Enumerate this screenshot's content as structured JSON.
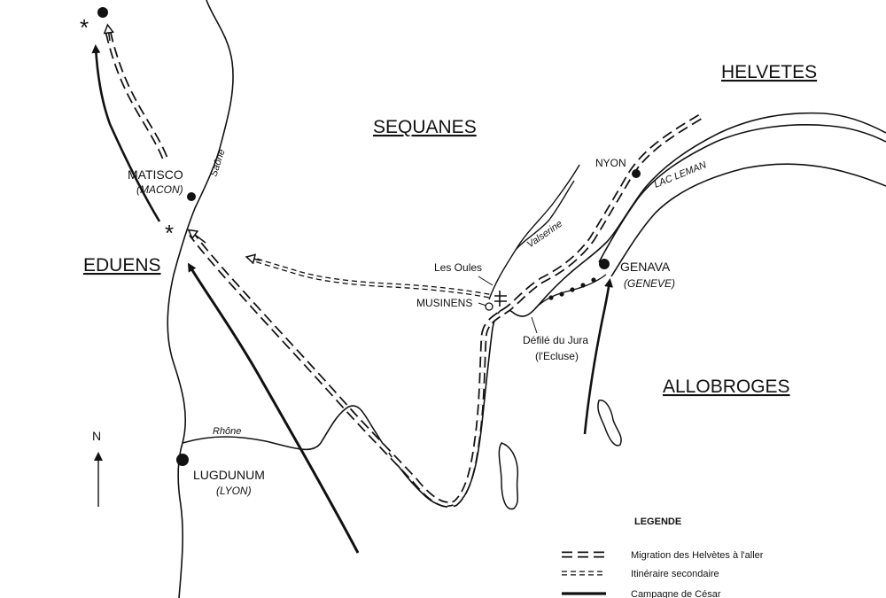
{
  "map": {
    "regions": {
      "helvetes": "HELVETES",
      "sequanes": "SEQUANES",
      "eduens": "EDUENS",
      "allobroges": "ALLOBROGES"
    },
    "cities": {
      "matisco": {
        "name": "MATISCO",
        "modern": "(MACON)"
      },
      "nyon": {
        "name": "NYON"
      },
      "genava": {
        "name": "GENAVA",
        "modern": "(GENEVE)"
      },
      "lugdunum": {
        "name": "LUGDUNUM",
        "modern": "(LYON)"
      }
    },
    "features": {
      "lac_leman": "LAC LEMAN",
      "saone": "Saône",
      "rhone": "Rhône",
      "valserine": "Valserine"
    },
    "places": {
      "les_oules": "Les Oules",
      "musinens": "MUSINENS",
      "defile_line1": "Défilé du Jura",
      "defile_line2": "(l'Ecluse)"
    },
    "north_label": "N",
    "battle_marker": "*"
  },
  "legend": {
    "title": "LEGENDE",
    "items": [
      {
        "label": "Migration des Helvètes à l'aller",
        "style": "double-dashed"
      },
      {
        "label": "Itinéraire secondaire",
        "style": "double-short-dashed"
      },
      {
        "label": "Campagne de César",
        "style": "solid-arrow"
      }
    ]
  }
}
